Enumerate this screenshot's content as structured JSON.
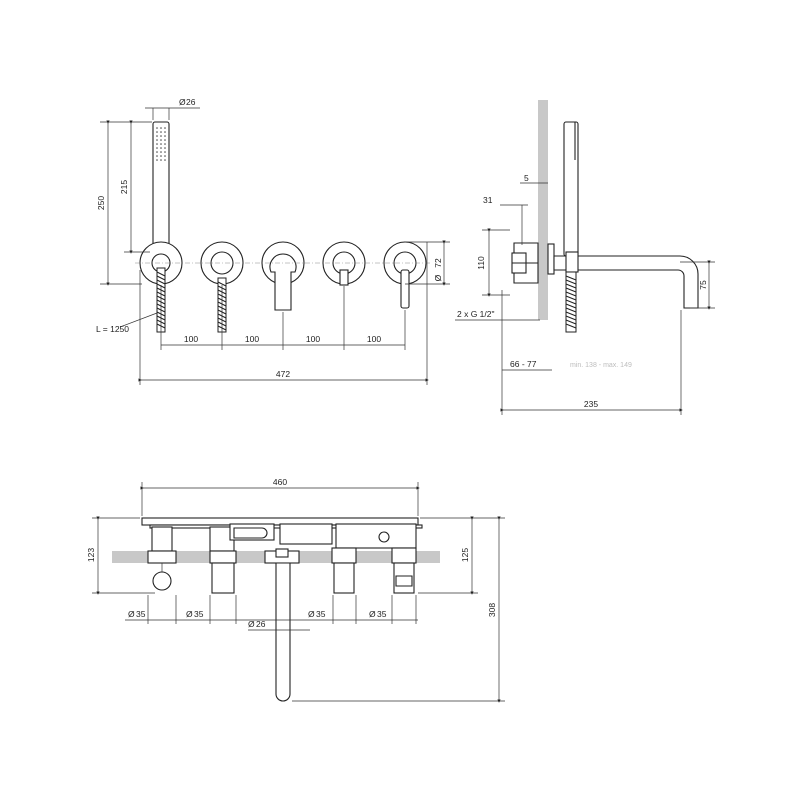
{
  "dimensions": {
    "front": {
      "hand_shower_diameter": "26",
      "hand_shower_total_height": "250",
      "hand_shower_handle_height": "215",
      "hose_length": "L = 1250",
      "spacing_1": "100",
      "spacing_2": "100",
      "spacing_3": "100",
      "spacing_4": "100",
      "total_width": "472",
      "rosette_diameter": "72"
    },
    "side": {
      "wall_thickness": "5",
      "body_depth": "31",
      "body_height": "110",
      "connection": "2 x G 1/2\"",
      "spout_height": "75",
      "wall_offset": "66 - 77",
      "spout_range": "min. 138 - max. 149",
      "total_projection": "235"
    },
    "top": {
      "plate_width": "460",
      "left_height": "123",
      "right_height": "125",
      "overall_height": "308",
      "handle_1_diameter": "35",
      "handle_2_diameter": "35",
      "spout_diameter": "26",
      "handle_3_diameter": "35",
      "handle_4_diameter": "35"
    }
  }
}
